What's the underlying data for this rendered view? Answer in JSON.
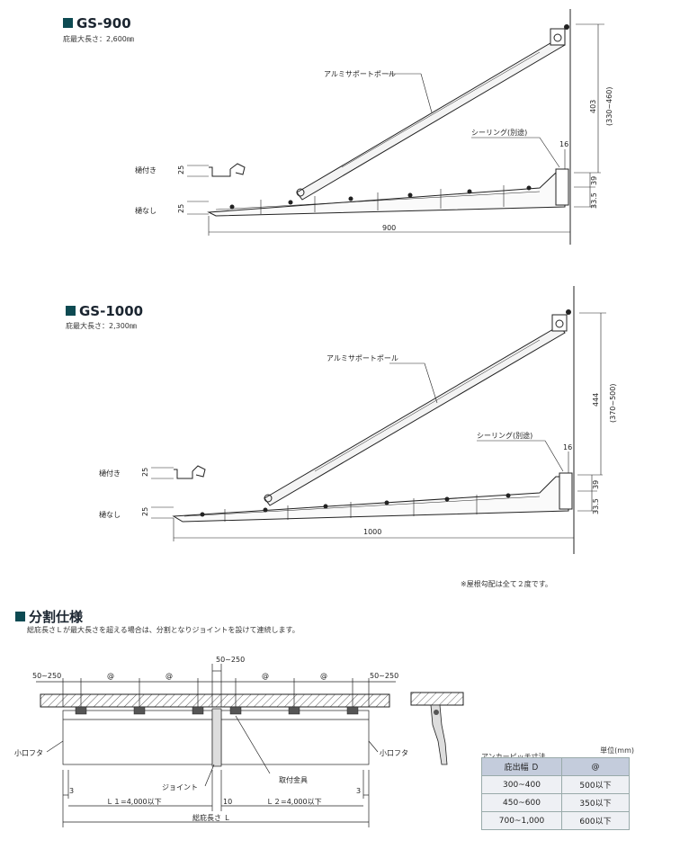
{
  "gs900": {
    "title": "GS-900",
    "max_length": "庇最大長さ：2,600㎜",
    "pole_label": "アルミサポートポール",
    "sealing_label": "シーリング(別途)",
    "gutter_label": "樋付き",
    "no_gutter_label": "樋なし",
    "dim_width": "900",
    "dim_height": "403",
    "dim_range": "(330~460)",
    "dim_16": "16",
    "dim_39": "39",
    "dim_335": "33.5",
    "dim_25a": "25",
    "dim_25b": "25"
  },
  "gs1000": {
    "title": "GS-1000",
    "max_length": "庇最大長さ：2,300㎜",
    "pole_label": "アルミサポートポール",
    "sealing_label": "シーリング(別途)",
    "gutter_label": "樋付き",
    "no_gutter_label": "樋なし",
    "dim_width": "1000",
    "dim_height": "444",
    "dim_range": "(370~500)",
    "dim_16": "16",
    "dim_39": "39",
    "dim_335": "33.5",
    "dim_25a": "25",
    "dim_25b": "25"
  },
  "slope_note": "※屋根勾配は全て２度です。",
  "split": {
    "title": "分割仕様",
    "description": "総庇長さＬが最大長さを超える場合は、分割となりジョイントを設けて連続します。",
    "dim_left": "50~250",
    "dim_center": "50~250",
    "dim_right": "50~250",
    "pitch_1": "@",
    "pitch_2": "@",
    "pitch_3": "@",
    "pitch_4": "@",
    "lid_left": "小口フタ",
    "lid_right": "小口フタ",
    "joint": "ジョイント",
    "bracket": "取付金具",
    "gap_left": "3",
    "gap_right": "3",
    "gap_center": "10",
    "l1": "Ｌ１=4,000以下",
    "l2": "Ｌ２=4,000以下",
    "total": "総庇長さ Ｌ"
  },
  "anchor_table": {
    "title": "アンカーピッチ寸法",
    "unit": "単位(mm)",
    "headers": [
      "庇出幅 Ｄ",
      "@"
    ],
    "rows": [
      [
        "300~400",
        "500以下"
      ],
      [
        "450~600",
        "350以下"
      ],
      [
        "700~1,000",
        "600以下"
      ]
    ]
  },
  "colors": {
    "accent": "#0d4a52",
    "table_header": "#c4ccdc",
    "table_body": "#eef0f4"
  }
}
